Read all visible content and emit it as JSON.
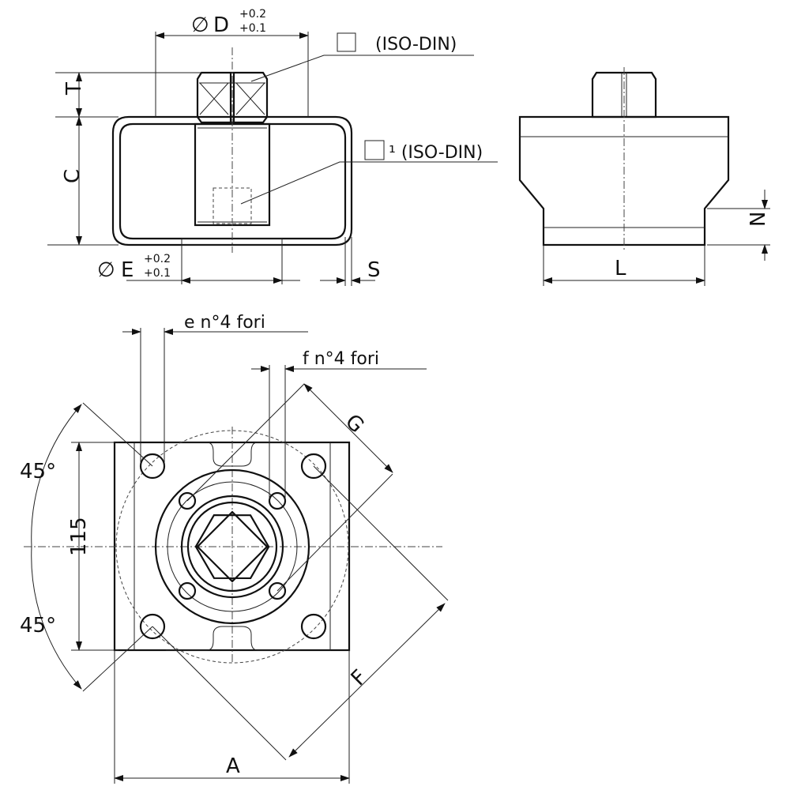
{
  "labels": {
    "D": "D",
    "D_tol_upper": "+0.2",
    "D_tol_lower": "+0.1",
    "iso_din": "(ISO-DIN)",
    "iso_din_1": "¹ (ISO-DIN)",
    "T": "T",
    "C": "C",
    "E": "E",
    "E_tol_upper": "+0.2",
    "E_tol_lower": "+0.1",
    "S": "S",
    "L": "L",
    "N": "N",
    "e_holes": "e  n°4  fori",
    "f_holes": "f  n°4  fori",
    "G": "G",
    "angle_top": "45°",
    "height_115": "115",
    "angle_bottom": "45°",
    "F": "F",
    "A": "A"
  },
  "colors": {
    "line": "#111111",
    "background": "#ffffff"
  }
}
